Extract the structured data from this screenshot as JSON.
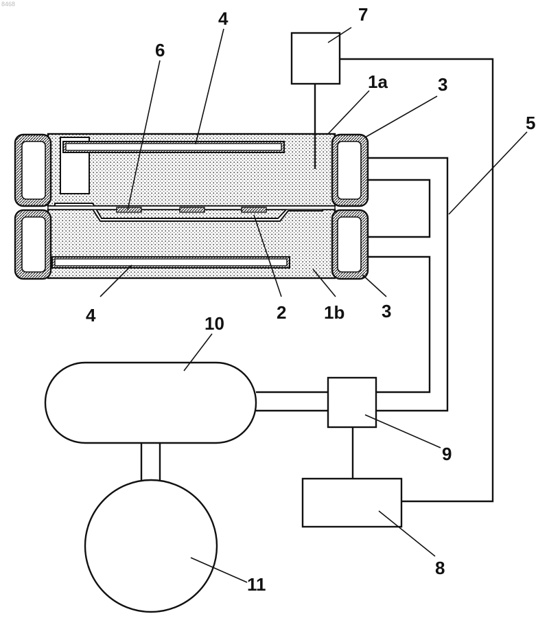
{
  "corner_id": "8468",
  "labels": {
    "l7": "7",
    "l4_top": "4",
    "l6": "6",
    "l1a": "1a",
    "l3_top": "3",
    "l5": "5",
    "l4_bottom": "4",
    "l2": "2",
    "l1b": "1b",
    "l3_bottom": "3",
    "l10": "10",
    "l9": "9",
    "l8": "8",
    "l11": "11"
  }
}
